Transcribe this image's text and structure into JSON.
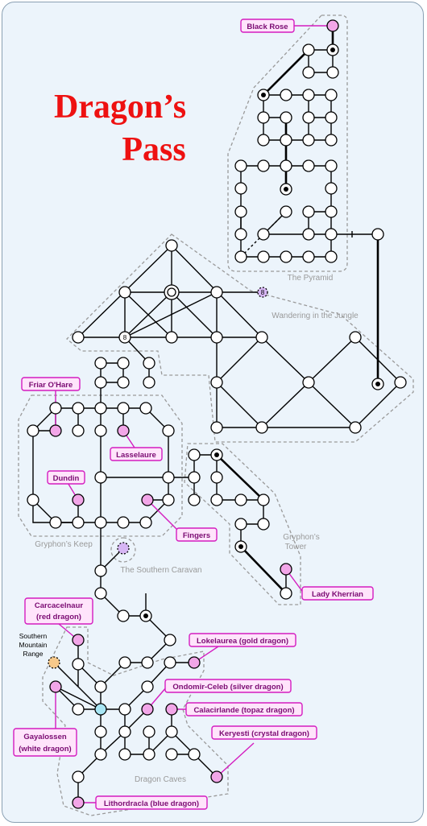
{
  "title_line1": "Dragon’s",
  "title_line2": "Pass",
  "regions": {
    "pyramid": "The Pyramid",
    "jungle": "Wandering in the Jungle",
    "keep": "Gryphon’s Keep",
    "tower_line1": "Gryphon’s",
    "tower_line2": "Tower",
    "caravan": "The Southern Caravan",
    "caves": "Dragon Caves"
  },
  "mountain_line1": "Southern",
  "mountain_line2": "Mountain",
  "mountain_line3": "Range",
  "node_numbers": {
    "jungle_left": "8",
    "jungle_right": "8"
  },
  "labels": {
    "black_rose": "Black Rose",
    "friar": "Friar O'Hare",
    "lasselaure": "Lasselaure",
    "dundin": "Dundin",
    "fingers": "Fingers",
    "lady": "Lady Kherrian",
    "carcacelnaur_1": "Carcacelnaur",
    "carcacelnaur_2": "(red dragon)",
    "lokelaurea": "Lokelaurea (gold dragon)",
    "ondomir": "Ondomir-Celeb (silver dragon)",
    "calacirlande": "Calacirlande (topaz dragon)",
    "keryesti": "Keryesti (crystal dragon)",
    "gayalossen_1": "Gayalossen",
    "gayalossen_2": "(white dragon)",
    "lithordracla": "Lithordracla (blue dragon)"
  },
  "colors": {
    "title": "#ee1111",
    "background": "#ecf4fb",
    "npc_node": "#f2a6e8",
    "start_node": "#a8e6f4",
    "caravan_node": "#d7b6f4",
    "mountain_node": "#f7c98a",
    "label_border": "#d41cc0"
  }
}
